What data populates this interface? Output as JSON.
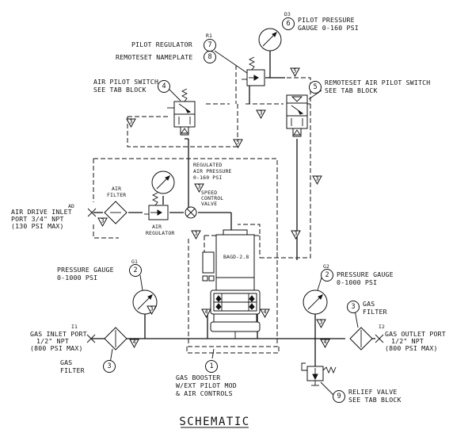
{
  "labels": {
    "d3_tag": "D3",
    "pilot_pressure_gauge": "PILOT PRESSURE",
    "pilot_pressure_gauge_range": "GAUGE 0-160 PSI",
    "r1_tag": "R1",
    "pilot_regulator": "PILOT REGULATOR",
    "remoteset_nameplate": "REMOTESET NAMEPLATE",
    "air_pilot_switch": "AIR PILOT SWITCH",
    "air_pilot_switch_ref": "SEE TAB BLOCK",
    "remoteset_air_pilot_switch": "REMOTESET AIR PILOT SWITCH",
    "remoteset_air_pilot_switch_ref": "SEE TAB BLOCK",
    "regulated_air_1": "REGULATED",
    "regulated_air_2": "AIR PRESSURE",
    "regulated_air_3": "0-160 PSI",
    "air_filter_1": "AIR",
    "air_filter_2": "FILTER",
    "ad_tag": "AD",
    "air_drive_inlet_1": "AIR DRIVE INLET",
    "air_drive_inlet_2": "PORT 3/4\" NPT",
    "air_drive_inlet_3": "(130 PSI MAX)",
    "speed_control_1": "SPEED",
    "speed_control_2": "CONTROL",
    "speed_control_3": "VALVE",
    "air_regulator_1": "AIR",
    "air_regulator_2": "REGULATOR",
    "g1_tag": "G1",
    "pressure_gauge_left": "PRESSURE GAUGE",
    "pressure_gauge_left_range": "0-1000 PSI",
    "g2_tag": "G2",
    "pressure_gauge_right": "PRESSURE GAUGE",
    "pressure_gauge_right_range": "0-1000 PSI",
    "booster_model": "BAGD-2.8",
    "i1_tag": "I1",
    "gas_inlet_1": "GAS INLET PORT",
    "gas_inlet_2": "1/2\" NPT",
    "gas_inlet_3": "(800 PSI MAX)",
    "gas_filter_left_1": "GAS",
    "gas_filter_left_2": "FILTER",
    "gas_filter_right_1": "GAS",
    "gas_filter_right_2": "FILTER",
    "i2_tag": "I2",
    "gas_outlet_1": "GAS OUTLET PORT",
    "gas_outlet_2": "1/2\" NPT",
    "gas_outlet_3": "(800 PSI MAX)",
    "gas_booster_1": "GAS BOOSTER",
    "gas_booster_2": "W/EXT PILOT MOD",
    "gas_booster_3": "& AIR CONTROLS",
    "relief_valve_1": "RELIEF VALVE",
    "relief_valve_2": "SEE TAB BLOCK",
    "title": "SCHEMATIC"
  },
  "balloons": {
    "b6": "6",
    "b7": "7",
    "b8": "8",
    "b4": "4",
    "b5": "5",
    "b2_left": "2",
    "b2_right": "2",
    "b3_right": "3",
    "b1": "1",
    "b3_left": "3",
    "b9": "9"
  },
  "flags": {
    "f5a": "5",
    "f5b": "5",
    "f3a": "3",
    "f3b": "3",
    "f3c": "3",
    "f3d": "3",
    "f3e": "3",
    "f3f": "3",
    "f3g": "3",
    "f3h": "3",
    "f3i": "3",
    "f4a": "4",
    "f4b": "4",
    "f4c": "4",
    "f4d": "4"
  }
}
